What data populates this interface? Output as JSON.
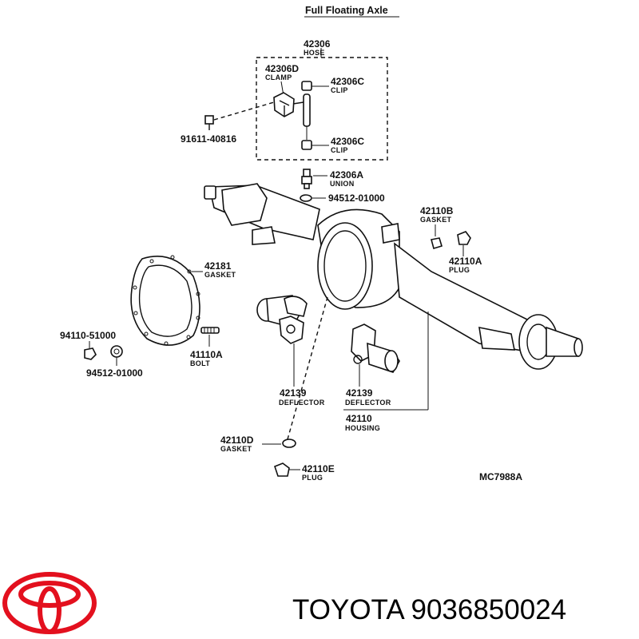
{
  "title": "Full Floating Axle",
  "drawing_code": "MC7988A",
  "brand": {
    "name": "TOYOTA",
    "part_number": "9036850024",
    "logo_color": "#e3101e"
  },
  "labels": {
    "hose": {
      "pn": "42306",
      "desc": "HOSE"
    },
    "clamp": {
      "pn": "42306D",
      "desc": "CLAMP"
    },
    "clip_top": {
      "pn": "42306C",
      "desc": "CLIP"
    },
    "clip_bottom": {
      "pn": "42306C",
      "desc": "CLIP"
    },
    "bolt_hose": {
      "pn": "91611-40816"
    },
    "union": {
      "pn": "42306A",
      "desc": "UNION"
    },
    "washer_union": {
      "pn": "94512-01000"
    },
    "gasket_42110b": {
      "pn": "42110B",
      "desc": "GASKET"
    },
    "plug_42110a": {
      "pn": "42110A",
      "desc": "PLUG"
    },
    "gasket_42181": {
      "pn": "42181",
      "desc": "GASKET"
    },
    "nut_94110": {
      "pn": "94110-51000"
    },
    "washer_cover": {
      "pn": "94512-01000"
    },
    "bolt_41110a": {
      "pn": "41110A",
      "desc": "BOLT"
    },
    "deflector_left": {
      "pn": "42139",
      "desc": "DEFLECTOR"
    },
    "deflector_right": {
      "pn": "42139",
      "desc": "DEFLECTOR"
    },
    "housing": {
      "pn": "42110",
      "desc": "HOUSING"
    },
    "gasket_42110d": {
      "pn": "42110D",
      "desc": "GASKET"
    },
    "plug_42110e": {
      "pn": "42110E",
      "desc": "PLUG"
    }
  }
}
